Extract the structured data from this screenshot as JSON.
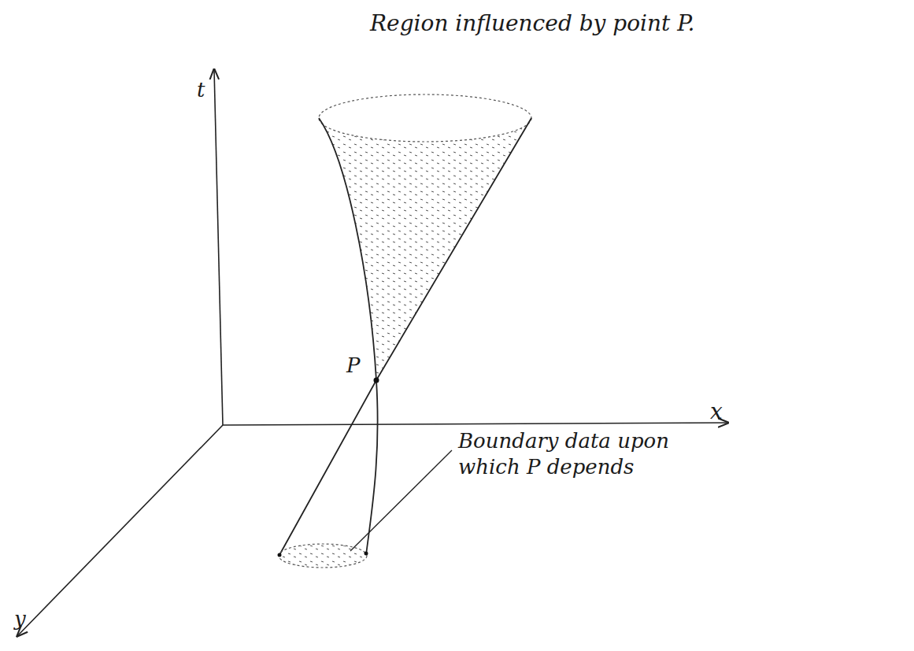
{
  "diagram": {
    "labels": [
      "Region influenced by point P.",
      "t",
      "x",
      "y",
      "P",
      "Boundary data upon which P depends"
    ]
  }
}
